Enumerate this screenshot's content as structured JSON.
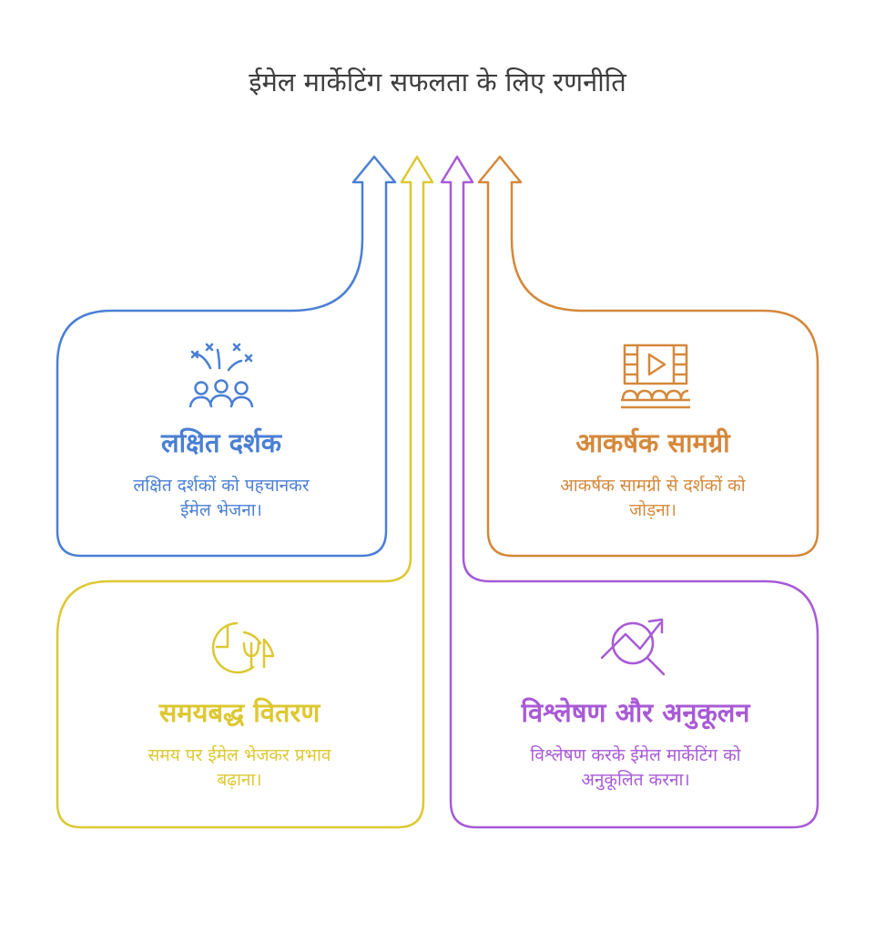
{
  "title": "ईमेल मार्केटिंग सफलता के लिए रणनीति",
  "colors": {
    "blue": "#4a7fd4",
    "yellow": "#ddc832",
    "orange": "#d5883a",
    "purple": "#a85ad6",
    "title": "#3d3d3d"
  },
  "cards": [
    {
      "id": "targeted-audience",
      "color": "blue",
      "icon": "audience-celebration-icon",
      "title": "लक्षित दर्शक",
      "desc_line1": "लक्षित दर्शकों को पहचानकर",
      "desc_line2": "ईमेल भेजना।"
    },
    {
      "id": "engaging-content",
      "color": "orange",
      "icon": "video-film-icon",
      "title": "आकर्षक सामग्री",
      "desc_line1": "आकर्षक सामग्री से दर्शकों को",
      "desc_line2": "जोड़ना।"
    },
    {
      "id": "timely-delivery",
      "color": "yellow",
      "icon": "clock-delivery-icon",
      "title": "समयबद्ध वितरण",
      "desc_line1": "समय पर ईमेल भेजकर प्रभाव",
      "desc_line2": "बढ़ाना।"
    },
    {
      "id": "analysis-optimization",
      "color": "purple",
      "icon": "analytics-trend-icon",
      "title": "विश्लेषण और अनुकूलन",
      "desc_line1": "विश्लेषण करके ईमेल मार्केटिंग को",
      "desc_line2": "अनुकूलित करना।"
    }
  ]
}
